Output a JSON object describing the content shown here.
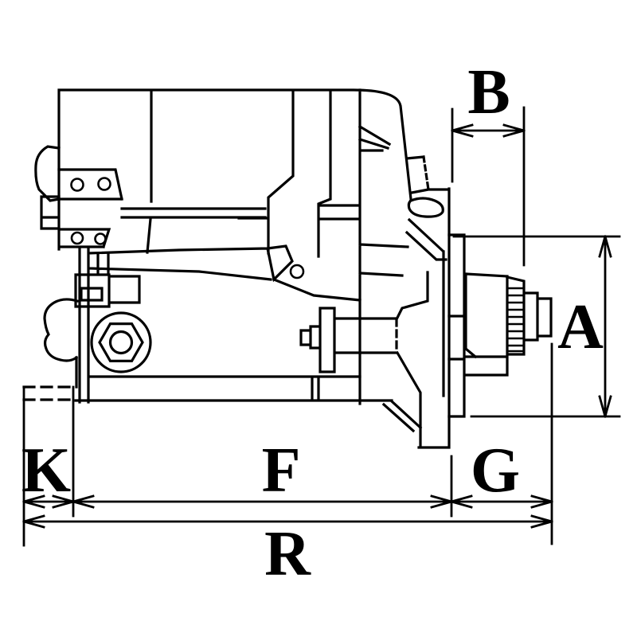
{
  "diagram": {
    "background_color": "#ffffff",
    "line_color": "#000000",
    "labels": {
      "b": "B",
      "a": "A",
      "k": "K",
      "f": "F",
      "g": "G",
      "r": "R"
    }
  }
}
